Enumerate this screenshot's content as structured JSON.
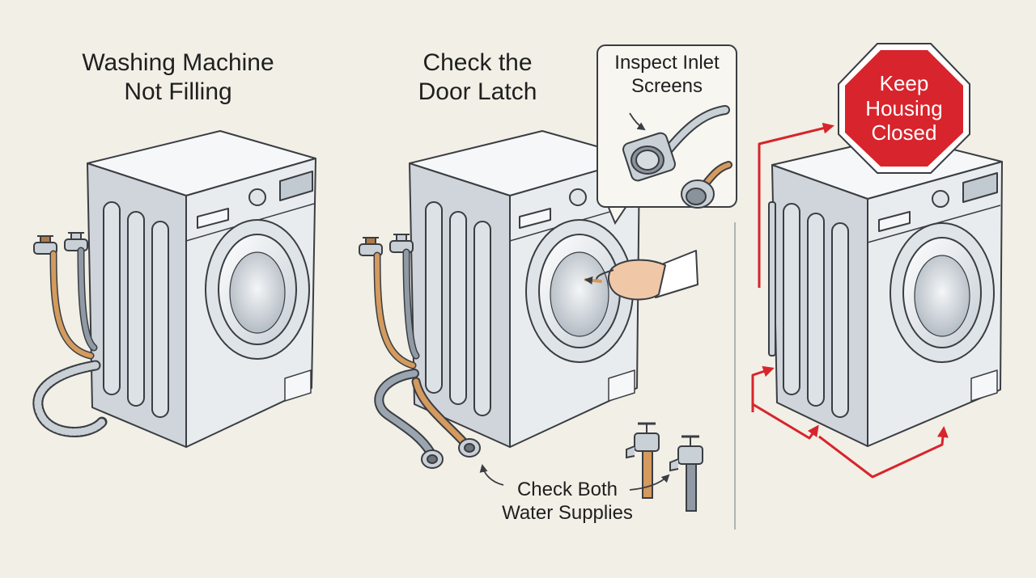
{
  "panels": [
    {
      "title": "Washing Machine\nNot Filling"
    },
    {
      "title": "Check the\nDoor Latch",
      "callout": "Inspect Inlet\nScreens",
      "note": "Check Both\nWater Supplies"
    },
    {
      "sign": "Keep\nHousing\nClosed"
    }
  ],
  "colors": {
    "background": "#f1efe6",
    "machine_body": "#e9ecee",
    "machine_side": "#cfd5da",
    "line": "#3a3d42",
    "hot_hose": "#d49a5e",
    "cold_hose": "#8f9aa5",
    "stop_sign": "#d8242c",
    "warning_arrow": "#d8242c"
  },
  "icons": [
    "washing-machine-icon",
    "faucet-icon",
    "hose-icon",
    "hand-icon",
    "stop-sign-icon",
    "arrow-icon",
    "magnifier-callout-icon"
  ]
}
